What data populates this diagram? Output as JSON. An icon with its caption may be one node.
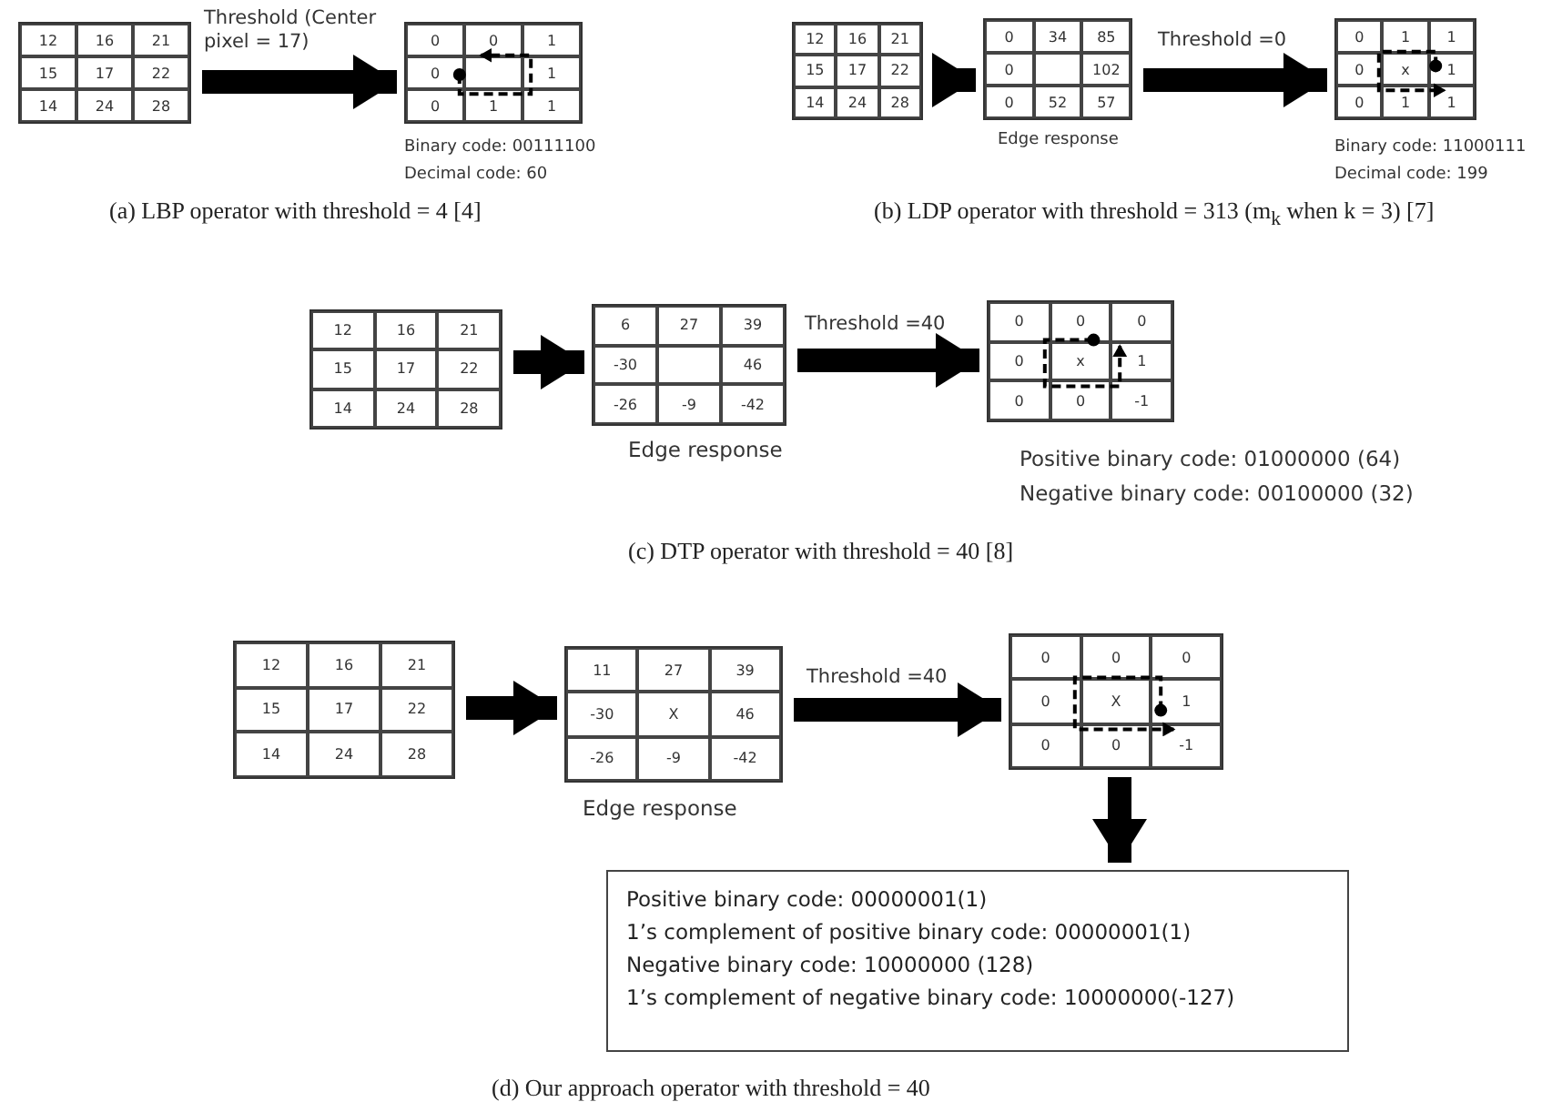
{
  "diagram": {
    "nodes": [
      {
        "text": [
          "12",
          "16",
          "21",
          "15",
          "17",
          "22",
          "14",
          "24",
          "28"
        ]
      },
      {
        "text": [
          "0",
          "0",
          "1",
          "0",
          "1",
          "0",
          "1",
          "1"
        ],
        "beside": [
          "Binary code: 00111100",
          "Decimal code: 60"
        ]
      },
      {
        "text": [
          "12",
          "16",
          "21",
          "15",
          "17",
          "22",
          "14",
          "24",
          "28"
        ]
      },
      {
        "text": [
          "0",
          "34",
          "85",
          "0",
          "102",
          "0",
          "52",
          "57"
        ],
        "beside": [
          "Edge response"
        ]
      },
      {
        "text": [
          "0",
          "1",
          "1",
          "0",
          "x",
          "1",
          "0",
          "1",
          "1"
        ],
        "beside": [
          "Binary code: 11000111",
          "Decimal code: 199"
        ]
      },
      {
        "text": [
          "12",
          "16",
          "21",
          "15",
          "17",
          "22",
          "14",
          "24",
          "28"
        ]
      },
      {
        "text": [
          "6",
          "27",
          "39",
          "-30",
          "46",
          "-26",
          "-9",
          "-42"
        ],
        "beside": [
          "Edge response"
        ]
      },
      {
        "text": [
          "0",
          "0",
          "0",
          "0",
          "x",
          "1",
          "0",
          "0",
          "-1"
        ],
        "beside": [
          "Positive binary code: 01000000 (64)",
          "Negative binary code: 00100000 (32)"
        ]
      },
      {
        "text": [
          "12",
          "16",
          "21",
          "15",
          "17",
          "22",
          "14",
          "24",
          "28"
        ]
      },
      {
        "text": [
          "11",
          "27",
          "39",
          "-30",
          "X",
          "46",
          "-26",
          "-9",
          "-42"
        ],
        "beside": [
          "Edge response"
        ]
      },
      {
        "text": [
          "0",
          "0",
          "0",
          "0",
          "X",
          "1",
          "0",
          "0",
          "-1"
        ]
      },
      {
        "text": [
          "Positive binary code: 00000001(1)",
          "1’s complement of positive binary code: 00000001(1)",
          "Negative binary code: 10000000  (128)",
          "1’s complement of negative binary code: 10000000(-127)"
        ]
      }
    ],
    "edges": [
      {
        "from": 0,
        "to": 1,
        "arrow": "to",
        "label": "Threshold (Center pixel = 17)"
      },
      {
        "from": 2,
        "to": 3,
        "arrow": "to"
      },
      {
        "from": 3,
        "to": 4,
        "arrow": "to",
        "label": "Threshold =0"
      },
      {
        "from": 5,
        "to": 6,
        "arrow": "to"
      },
      {
        "from": 6,
        "to": 7,
        "arrow": "to",
        "label": "Threshold =40"
      },
      {
        "from": 8,
        "to": 9,
        "arrow": "to"
      },
      {
        "from": 9,
        "to": 10,
        "arrow": "to",
        "label": "Threshold =40"
      },
      {
        "from": 10,
        "to": 11,
        "arrow": "to"
      }
    ],
    "labels": [
      "(a) LBP operator with threshold = 4 [4]",
      "(b) LDP operator with threshold = 313 (m$_{k}$ when k = 3) [7]",
      "(c) DTP operator with threshold = 40 [8]",
      "(d) Our approach operator with threshold = 40"
    ]
  }
}
